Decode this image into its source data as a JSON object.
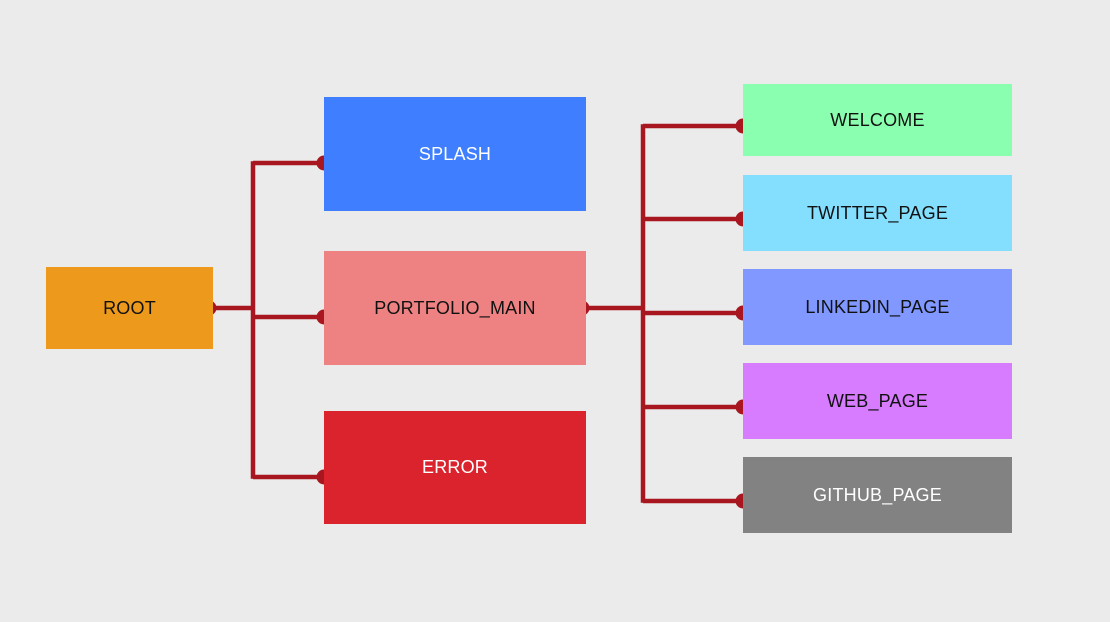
{
  "diagram": {
    "connector_color": "#a8161f",
    "nodes": {
      "root": {
        "label": "ROOT",
        "color": "#ed9a1c",
        "text_color": "#111111"
      },
      "splash": {
        "label": "SPLASH",
        "color": "#3f7fff",
        "text_color": "#ffffff"
      },
      "portfolio_main": {
        "label": "PORTFOLIO_MAIN",
        "color": "#ee8282",
        "text_color": "#111111"
      },
      "error": {
        "label": "ERROR",
        "color": "#da232c",
        "text_color": "#ffffff"
      },
      "welcome": {
        "label": "WELCOME",
        "color": "#8affb0",
        "text_color": "#111111"
      },
      "twitter_page": {
        "label": "TWITTER_PAGE",
        "color": "#84dfff",
        "text_color": "#111111"
      },
      "linkedin_page": {
        "label": "LINKEDIN_PAGE",
        "color": "#8098ff",
        "text_color": "#111111"
      },
      "web_page": {
        "label": "WEB_PAGE",
        "color": "#d77bff",
        "text_color": "#111111"
      },
      "github_page": {
        "label": "GITHUB_PAGE",
        "color": "#828282",
        "text_color": "#ffffff"
      }
    },
    "edges": [
      {
        "from": "root",
        "to": "splash"
      },
      {
        "from": "root",
        "to": "portfolio_main"
      },
      {
        "from": "root",
        "to": "error"
      },
      {
        "from": "portfolio_main",
        "to": "welcome"
      },
      {
        "from": "portfolio_main",
        "to": "twitter_page"
      },
      {
        "from": "portfolio_main",
        "to": "linkedin_page"
      },
      {
        "from": "portfolio_main",
        "to": "web_page"
      },
      {
        "from": "portfolio_main",
        "to": "github_page"
      }
    ]
  }
}
